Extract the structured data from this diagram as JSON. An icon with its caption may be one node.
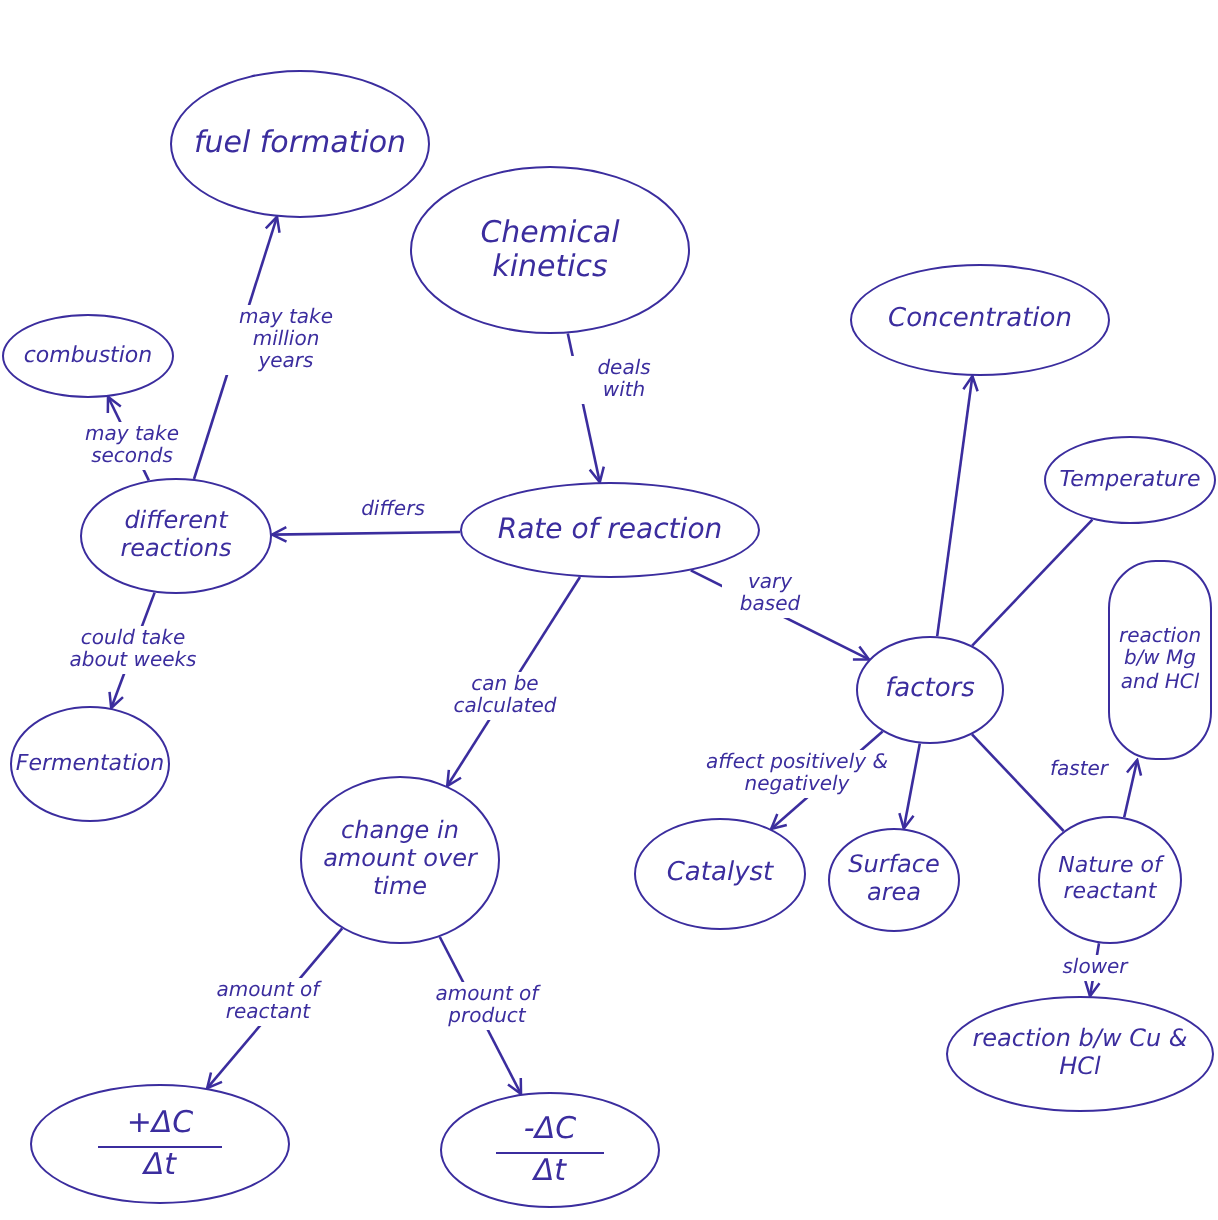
{
  "diagram": {
    "nodes": [
      {
        "text": [
          "fuel formation"
        ]
      },
      {
        "text": [
          "Chemical kinetics"
        ]
      },
      {
        "text": [
          "combustion"
        ]
      },
      {
        "text": [
          "different reactions"
        ]
      },
      {
        "text": [
          "Rate of reaction"
        ]
      },
      {
        "text": [
          "Concentration"
        ]
      },
      {
        "text": [
          "Temperature"
        ]
      },
      {
        "text": [
          "factors"
        ]
      },
      {
        "text": [
          "reaction b/w Mg and HCl"
        ]
      },
      {
        "text": [
          "Fermentation"
        ]
      },
      {
        "text": [
          "change in amount over time"
        ]
      },
      {
        "text": [
          "Catalyst"
        ]
      },
      {
        "text": [
          "Surface area"
        ]
      },
      {
        "text": [
          "Nature of reactant"
        ]
      },
      {
        "text": [
          "reaction b/w Cu & HCl"
        ]
      },
      {
        "text": [
          "+ΔC",
          "Δt"
        ]
      },
      {
        "text": [
          "-ΔC",
          "Δt"
        ]
      }
    ],
    "edges": [
      {
        "from": 1,
        "to": 4,
        "arrow": "to",
        "label": "deals with"
      },
      {
        "from": 4,
        "to": 3,
        "arrow": "to",
        "label": "differs"
      },
      {
        "from": 3,
        "to": 0,
        "arrow": "to",
        "label": "may take million years"
      },
      {
        "from": 3,
        "to": 2,
        "arrow": "to",
        "label": "may take seconds"
      },
      {
        "from": 3,
        "to": 9,
        "arrow": "to",
        "label": "could take about weeks"
      },
      {
        "from": 4,
        "to": 10,
        "arrow": "to",
        "label": "can be calculated"
      },
      {
        "from": 4,
        "to": 7,
        "arrow": "to",
        "label": "vary based"
      },
      {
        "from": 7,
        "to": 5,
        "arrow": "to"
      },
      {
        "from": 7,
        "to": 6,
        "arrow": "none"
      },
      {
        "from": 7,
        "to": 11,
        "arrow": "to",
        "label": "affect positively & negatively"
      },
      {
        "from": 7,
        "to": 12,
        "arrow": "to"
      },
      {
        "from": 7,
        "to": 13,
        "arrow": "none"
      },
      {
        "from": 13,
        "to": 8,
        "arrow": "to",
        "label": "faster"
      },
      {
        "from": 13,
        "to": 14,
        "arrow": "to",
        "label": "slower"
      },
      {
        "from": 10,
        "to": 15,
        "arrow": "to",
        "label": "amount of reactant"
      },
      {
        "from": 10,
        "to": 16,
        "arrow": "to",
        "label": "amount of product"
      }
    ]
  }
}
